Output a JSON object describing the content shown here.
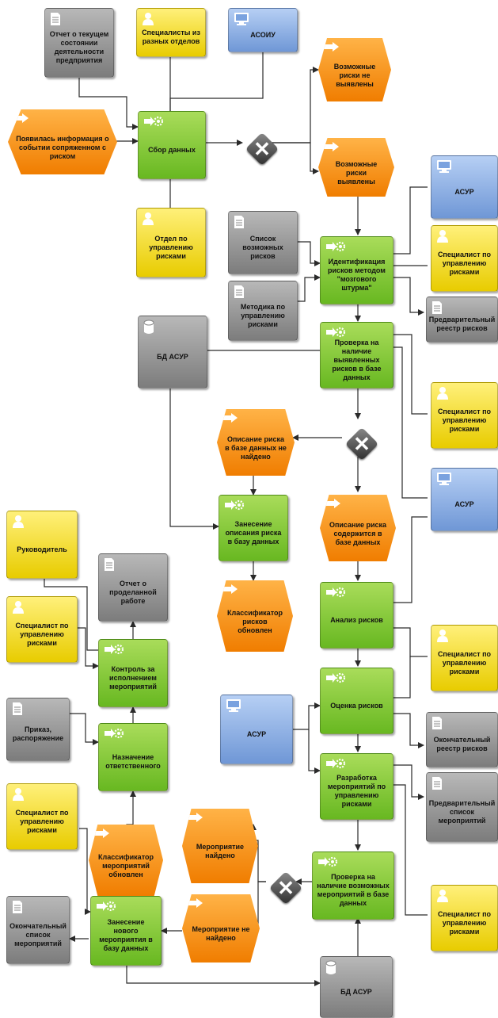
{
  "colors": {
    "function": "#7cc52f",
    "event": "#f7931e",
    "org_unit": "#f5dc1e",
    "document": "#9a9a9a",
    "system": "#8db1e8",
    "connector": "#2a2a2a"
  },
  "icons": {
    "function": "gear-arrow-icon",
    "event": "arrow-icon",
    "org_unit": "person-icon",
    "org_group": "people-icon",
    "document": "document-icon",
    "system": "monitor-icon",
    "database": "cylinder-icon",
    "xor": "x-icon"
  },
  "nodes": {
    "doc_report_state": "Отчет о текущем состоянии деятельности предприятия",
    "org_specialists_depts": "Специалисты из разных отделов",
    "sys_asoiu": "АСОИУ",
    "ev_risks_not_found": "Возможные риски не выявлены",
    "ev_info_appeared": "Появилась информация о событии сопряженном с риском",
    "fn_collect": "Сбор данных",
    "ev_risks_found": "Возможные риски выявлены",
    "org_risk_dept": "Отдел по управлению рисками",
    "sys_asur_1": "АСУР",
    "doc_risk_list": "Список возможных рисков",
    "fn_identify": "Идентификация рисков методом \"мозгового штурма\"",
    "org_specialist_1": "Специалист по управлению рисками",
    "doc_method": "Методика по управлению рисками",
    "doc_prelim_registry": "Предварительный реестр рисков",
    "db_asur_1": "БД АСУР",
    "fn_check_db": "Проверка на наличие выявленных рисков в базе данных",
    "org_specialist_2": "Специалист по управлению рисками",
    "ev_desc_not_found": "Описание риска в базе данных не найдено",
    "sys_asur_2": "АСУР",
    "fn_enter_desc": "Занесение описания риска в базу данных",
    "ev_desc_exists": "Описание риска содержится в базе данных",
    "org_manager": "Руководитель",
    "doc_work_report": "Отчет о проделанной работе",
    "ev_classifier_updated": "Классификатор рисков обновлен",
    "fn_analysis": "Анализ рисков",
    "org_specialist_3": "Специалист по управлению рисками",
    "org_specialist_4": "Специалист по управлению рисками",
    "fn_control": "Контроль за исполнением мероприятий",
    "org_specialist_5": "Специалист по управлению рисками",
    "fn_assess": "Оценка рисков",
    "doc_order": "Приказ, распоряжение",
    "sys_asur_3": "АСУР",
    "doc_final_registry": "Окончательный реестр рисков",
    "fn_assign": "Назначение ответственного",
    "fn_develop": "Разработка мероприятий по управлению рисками",
    "doc_prelim_measures": "Предварительный список мероприятий",
    "org_specialist_6": "Специалист по управлению рисками",
    "ev_measure_classifier": "Классификатор мероприятий обновлен",
    "ev_measure_found": "Мероприятие найдено",
    "fn_check_measures": "Проверка на наличие возможных мероприятий в базе данных",
    "org_specialist_7": "Специалист по управлению рисками",
    "doc_final_measures": "Окончательный список мероприятий",
    "fn_enter_measure": "Занесение нового мероприятия в базу данных",
    "ev_measure_not_found": "Мероприятие не найдено",
    "db_asur_2": "БД АСУР"
  }
}
